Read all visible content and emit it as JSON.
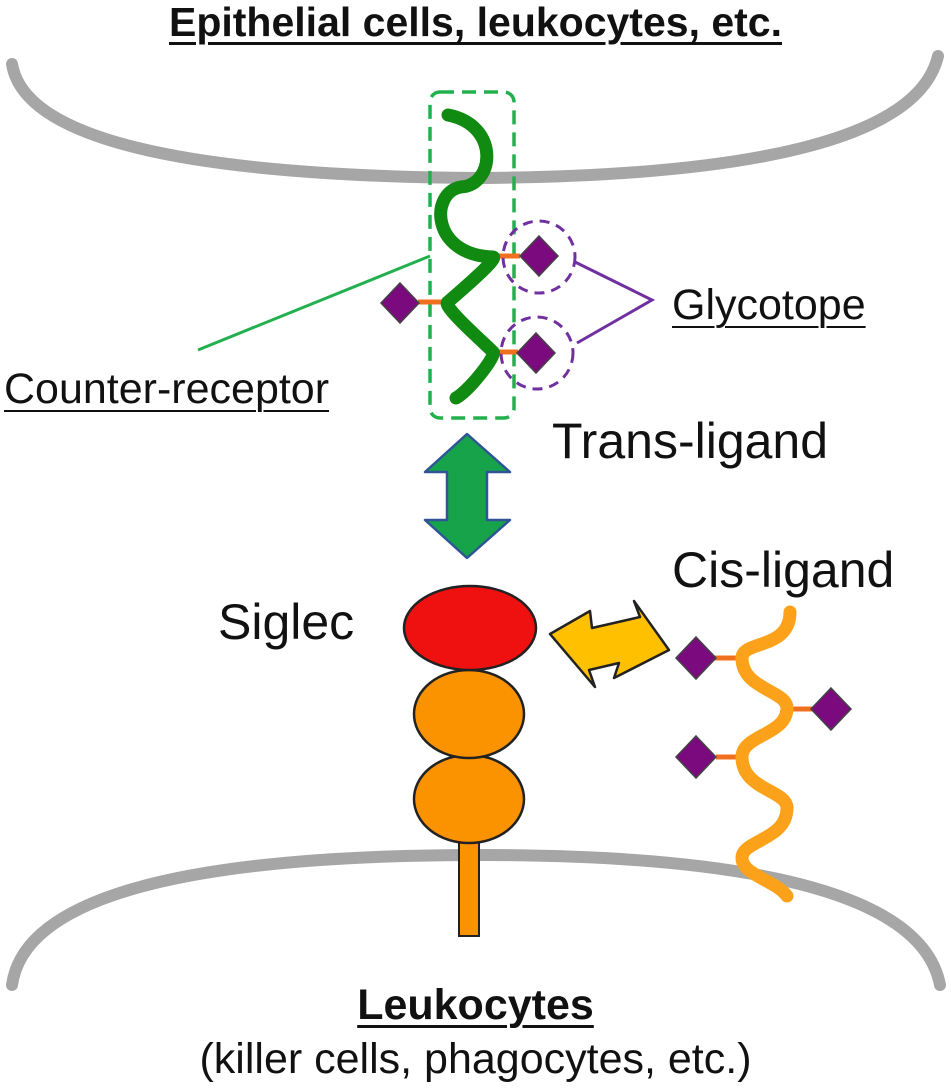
{
  "labels": {
    "top_cell": "Epithelial cells, leukocytes, etc.",
    "glycotope": "Glycotope",
    "counter_receptor": "Counter-receptor",
    "trans_ligand": "Trans-ligand",
    "cis_ligand": "Cis-ligand",
    "siglec": "Siglec",
    "bottom_cell": "Leukocytes",
    "bottom_cell_sub": "(killer cells, phagocytes, etc.)"
  },
  "colors": {
    "membrane": "#a6a6a6",
    "counter_receptor": "#118a11",
    "counter_receptor_box": "#22b04e",
    "glycan": "#7a0a7d",
    "linker": "#f07020",
    "glycotope_circle": "#7030a0",
    "trans_arrow": "#16a34a",
    "cis_arrow": "#ffc000",
    "siglec_top": "#ef1010",
    "siglec_domain": "#fb9300",
    "cis_ligand": "#fba21a"
  },
  "icons": {
    "trans_interaction": "double-arrow-vertical",
    "cis_interaction": "double-arrow-diagonal",
    "sialic_acid": "diamond"
  }
}
